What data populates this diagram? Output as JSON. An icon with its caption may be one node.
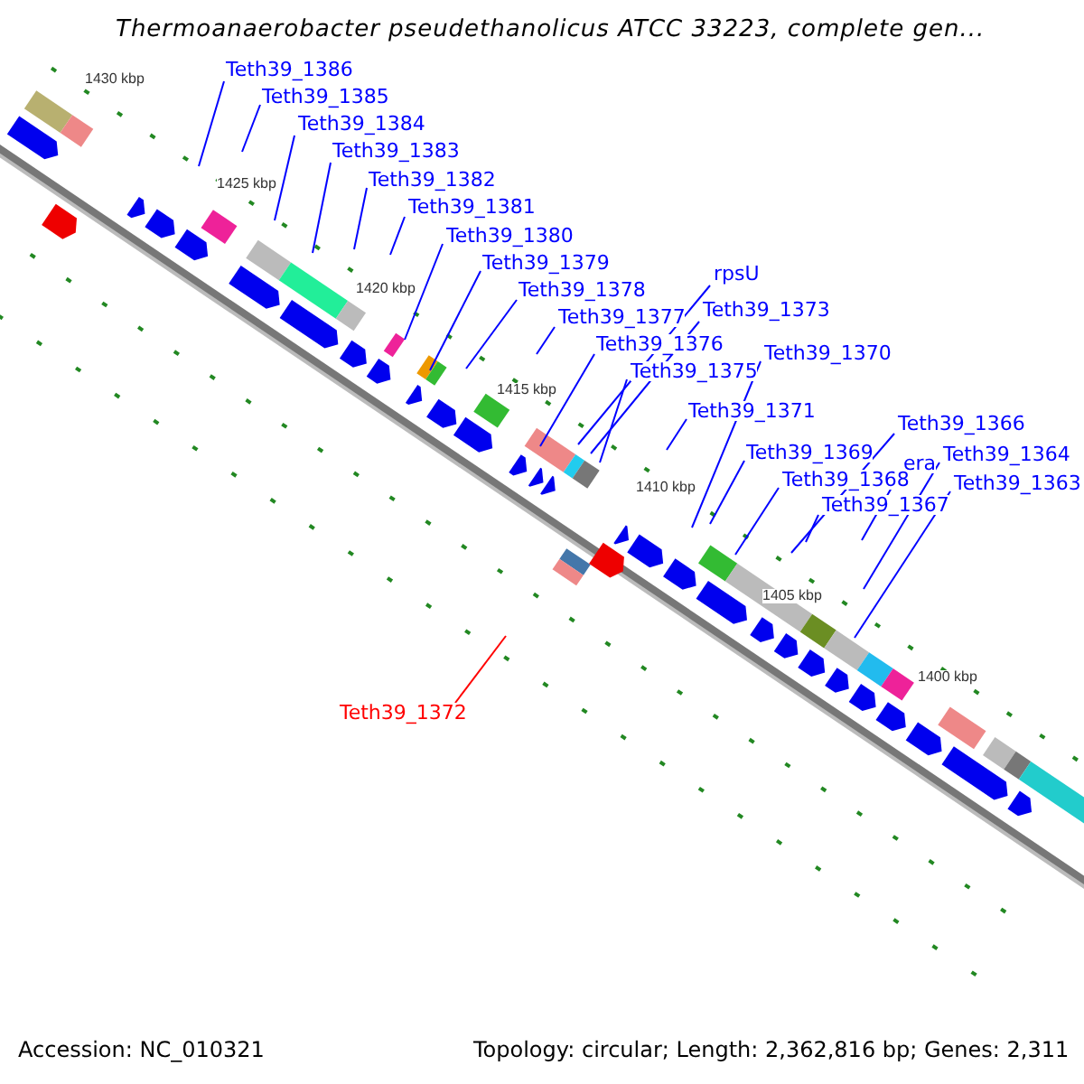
{
  "diagram": {
    "title": "Thermoanaerobacter pseudethanolicus ATCC 33223, complete gen...",
    "nodes": [
      {
        "text": [
          "Teth39_1386"
        ]
      },
      {
        "text": [
          "Teth39_1385"
        ]
      },
      {
        "text": [
          "Teth39_1384"
        ]
      },
      {
        "text": [
          "Teth39_1383"
        ]
      },
      {
        "text": [
          "Teth39_1382"
        ]
      },
      {
        "text": [
          "Teth39_1381"
        ]
      },
      {
        "text": [
          "Teth39_1380"
        ]
      },
      {
        "text": [
          "Teth39_1379"
        ]
      },
      {
        "text": [
          "Teth39_1378"
        ]
      },
      {
        "text": [
          "Teth39_1377"
        ]
      },
      {
        "text": [
          "rpsU"
        ]
      },
      {
        "text": [
          "Teth39_1376"
        ]
      },
      {
        "text": [
          "Teth39_1373"
        ]
      },
      {
        "text": [
          "Teth39_1375"
        ]
      },
      {
        "text": [
          "Teth39_1370"
        ]
      },
      {
        "text": [
          "Teth39_1371"
        ]
      },
      {
        "text": [
          "Teth39_1366"
        ]
      },
      {
        "text": [
          "Teth39_1369"
        ]
      },
      {
        "text": [
          "Teth39_1364"
        ]
      },
      {
        "text": [
          "era"
        ]
      },
      {
        "text": [
          "Teth39_1368"
        ]
      },
      {
        "text": [
          "Teth39_1363"
        ]
      },
      {
        "text": [
          "Teth39_1367"
        ]
      },
      {
        "text": [
          "Teth39_1372"
        ]
      }
    ],
    "edges": [
      {
        "from": 0,
        "to": null,
        "arrow": "none"
      },
      {
        "from": 1,
        "to": null,
        "arrow": "none"
      },
      {
        "from": 2,
        "to": null,
        "arrow": "none"
      },
      {
        "from": 3,
        "to": null,
        "arrow": "none"
      },
      {
        "from": 4,
        "to": null,
        "arrow": "none"
      },
      {
        "from": 5,
        "to": null,
        "arrow": "none"
      },
      {
        "from": 6,
        "to": null,
        "arrow": "none"
      },
      {
        "from": 7,
        "to": null,
        "arrow": "none"
      },
      {
        "from": 8,
        "to": null,
        "arrow": "none"
      },
      {
        "from": 9,
        "to": null,
        "arrow": "none"
      },
      {
        "from": 10,
        "to": null,
        "arrow": "none"
      },
      {
        "from": 11,
        "to": null,
        "arrow": "none"
      },
      {
        "from": 12,
        "to": null,
        "arrow": "none"
      },
      {
        "from": 13,
        "to": null,
        "arrow": "none"
      },
      {
        "from": 14,
        "to": null,
        "arrow": "none"
      },
      {
        "from": 15,
        "to": null,
        "arrow": "none"
      },
      {
        "from": 16,
        "to": null,
        "arrow": "none"
      },
      {
        "from": 17,
        "to": null,
        "arrow": "none"
      },
      {
        "from": 18,
        "to": null,
        "arrow": "none"
      },
      {
        "from": 19,
        "to": null,
        "arrow": "none"
      },
      {
        "from": 20,
        "to": null,
        "arrow": "none"
      },
      {
        "from": 21,
        "to": null,
        "arrow": "none"
      },
      {
        "from": 22,
        "to": null,
        "arrow": "none"
      },
      {
        "from": 23,
        "to": null,
        "arrow": "none",
        "color": "#ff0000"
      }
    ],
    "labels": [
      "1430 kbp",
      "1425 kbp",
      "1420 kbp",
      "1415 kbp",
      "1410 kbp",
      "1405 kbp",
      "1400 kbp",
      "Accession: NC_010321",
      "Topology: circular; Length: 2,362,816 bp; Genes: 2,311"
    ]
  }
}
